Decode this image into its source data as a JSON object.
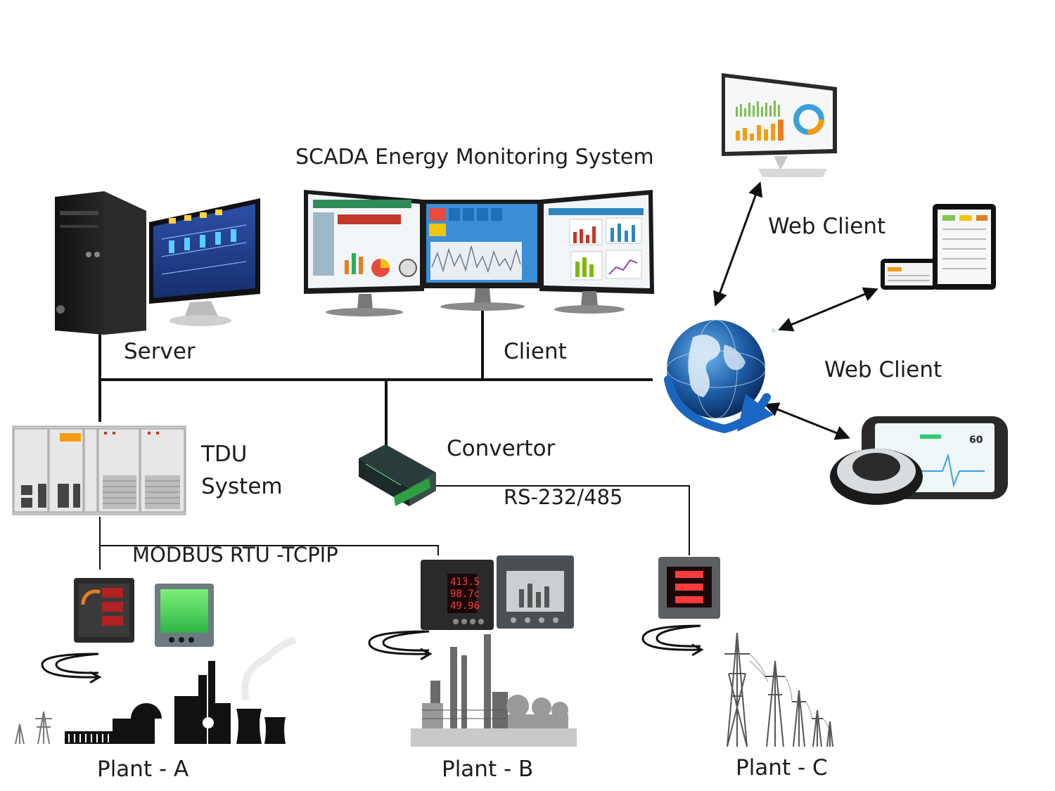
{
  "diagram": {
    "title": "SCADA Energy Monitoring System",
    "labels": {
      "server": "Server",
      "client": "Client",
      "web_client_top": "Web Client",
      "web_client_mid": "Web Client",
      "tdu_line1": "TDU",
      "tdu_line2": "System",
      "convertor": "Convertor",
      "rs_bus": "RS-232/485",
      "modbus": "MODBUS RTU -TCPIP",
      "plant_a": "Plant - A",
      "plant_b": "Plant - B",
      "plant_c": "Plant - C"
    },
    "meter_readings": {
      "plant_b_meter": [
        "413.5",
        "98.7c",
        "49.96"
      ],
      "mobile_reading": "60"
    }
  }
}
